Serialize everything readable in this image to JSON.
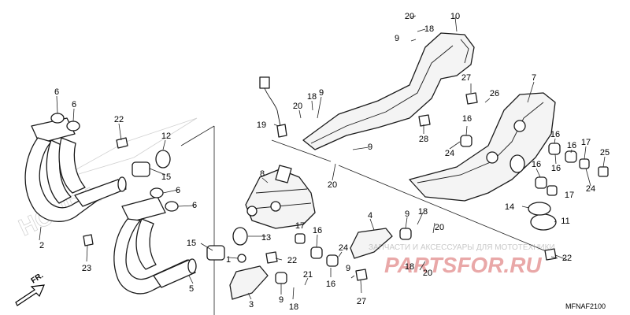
{
  "diagram": {
    "code": "MFNAF2100",
    "direction_label": "FR.",
    "background_logo": "HONDA",
    "watermark": {
      "logo": "PARTSFOR.RU",
      "tagline": "ЗАПЧАСТИ И АКСЕССУАРЫ ДЛЯ МОТОТЕХНИКИ"
    }
  },
  "callouts": [
    {
      "num": "20"
    },
    {
      "num": "10"
    },
    {
      "num": "18"
    },
    {
      "num": "9"
    },
    {
      "num": "27"
    },
    {
      "num": "7"
    },
    {
      "num": "26"
    },
    {
      "num": "6"
    },
    {
      "num": "6"
    },
    {
      "num": "9"
    },
    {
      "num": "18"
    },
    {
      "num": "20"
    },
    {
      "num": "22"
    },
    {
      "num": "12"
    },
    {
      "num": "19"
    },
    {
      "num": "16"
    },
    {
      "num": "28"
    },
    {
      "num": "16"
    },
    {
      "num": "16"
    },
    {
      "num": "17"
    },
    {
      "num": "25"
    },
    {
      "num": "9"
    },
    {
      "num": "15"
    },
    {
      "num": "24"
    },
    {
      "num": "16"
    },
    {
      "num": "8"
    },
    {
      "num": "6"
    },
    {
      "num": "20"
    },
    {
      "num": "16"
    },
    {
      "num": "24"
    },
    {
      "num": "17"
    },
    {
      "num": "6"
    },
    {
      "num": "14"
    },
    {
      "num": "11"
    },
    {
      "num": "4"
    },
    {
      "num": "9"
    },
    {
      "num": "18"
    },
    {
      "num": "17"
    },
    {
      "num": "20"
    },
    {
      "num": "2"
    },
    {
      "num": "13"
    },
    {
      "num": "16"
    },
    {
      "num": "15"
    },
    {
      "num": "23"
    },
    {
      "num": "24"
    },
    {
      "num": "22"
    },
    {
      "num": "1"
    },
    {
      "num": "22"
    },
    {
      "num": "9"
    },
    {
      "num": "18"
    },
    {
      "num": "20"
    },
    {
      "num": "5"
    },
    {
      "num": "21"
    },
    {
      "num": "16"
    },
    {
      "num": "9"
    },
    {
      "num": "27"
    },
    {
      "num": "3"
    },
    {
      "num": "18"
    }
  ]
}
